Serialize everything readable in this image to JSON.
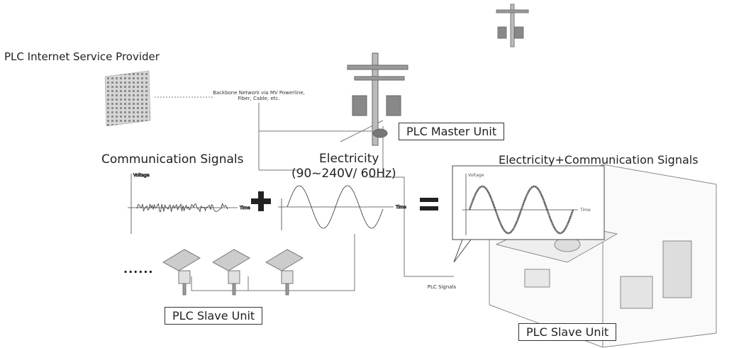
{
  "isp_label": "PLC Internet Service Provider",
  "backbone_label": "Backbone Network via MV Powerline, Fiber, Cable, etc.",
  "master_unit_label": "PLC Master Unit",
  "comm_signals_label": "Communication Signals",
  "electricity_label": "Electricity",
  "electricity_spec": "(90~240V/ 60Hz)",
  "combined_label": "Electricity+Communication Signals",
  "slave_unit_label_left": "PLC Slave Unit",
  "slave_unit_label_right": "PLC Slave Unit",
  "ellipsis": "......",
  "plc_signals_label": "PLC Signals",
  "graph_labels": {
    "voltage": "Voltage",
    "time": "Time"
  },
  "colors": {
    "line": "#555555",
    "building": "#b0b0b0",
    "signal": "#333333"
  }
}
